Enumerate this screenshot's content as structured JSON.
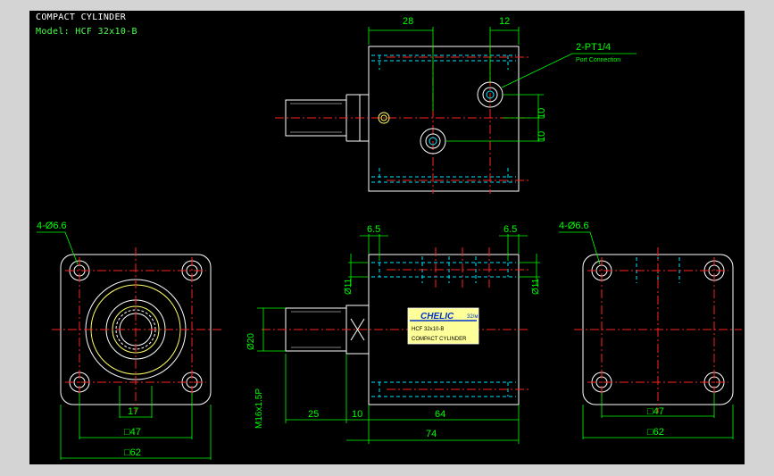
{
  "title": "COMPACT CYLINDER",
  "model_label": "Model:",
  "model_value": "HCF 32x10-B",
  "callouts": {
    "port_count": "2-PT1/4",
    "port_text": "Port Connection",
    "holes_left": "4-Ø6.6",
    "holes_right": "4-Ø6.6"
  },
  "dimensions": {
    "top_28": "28",
    "top_12": "12",
    "right_10a": "10",
    "right_10b": "10",
    "front_65a": "6.5",
    "front_65b": "6.5",
    "dia_11a": "Ø11",
    "dia_11b": "Ø11",
    "dia_20": "Ø20",
    "thread": "M16x1.5P",
    "d_25": "25",
    "d_10": "10",
    "d_64": "64",
    "d_74": "74",
    "left_17": "17",
    "left_sq47": "□47",
    "left_sq62": "□62",
    "right_sq47": "□47",
    "right_sq62": "□62"
  },
  "label_plate": {
    "brand": "CHELIC",
    "unit": "32/ᴍ",
    "model": "HCF 32x10-B",
    "name": "COMPACT CYLINDER"
  },
  "colors": {
    "background": "#000000",
    "outline": "#ffffff",
    "hidden": "#00e5ff",
    "centerline": "#ff2222",
    "dimension": "#00ff00",
    "leader": "#00ff00",
    "piston": "#ffff66",
    "label_bg": "#ffff99",
    "label_brand": "#0033cc"
  }
}
